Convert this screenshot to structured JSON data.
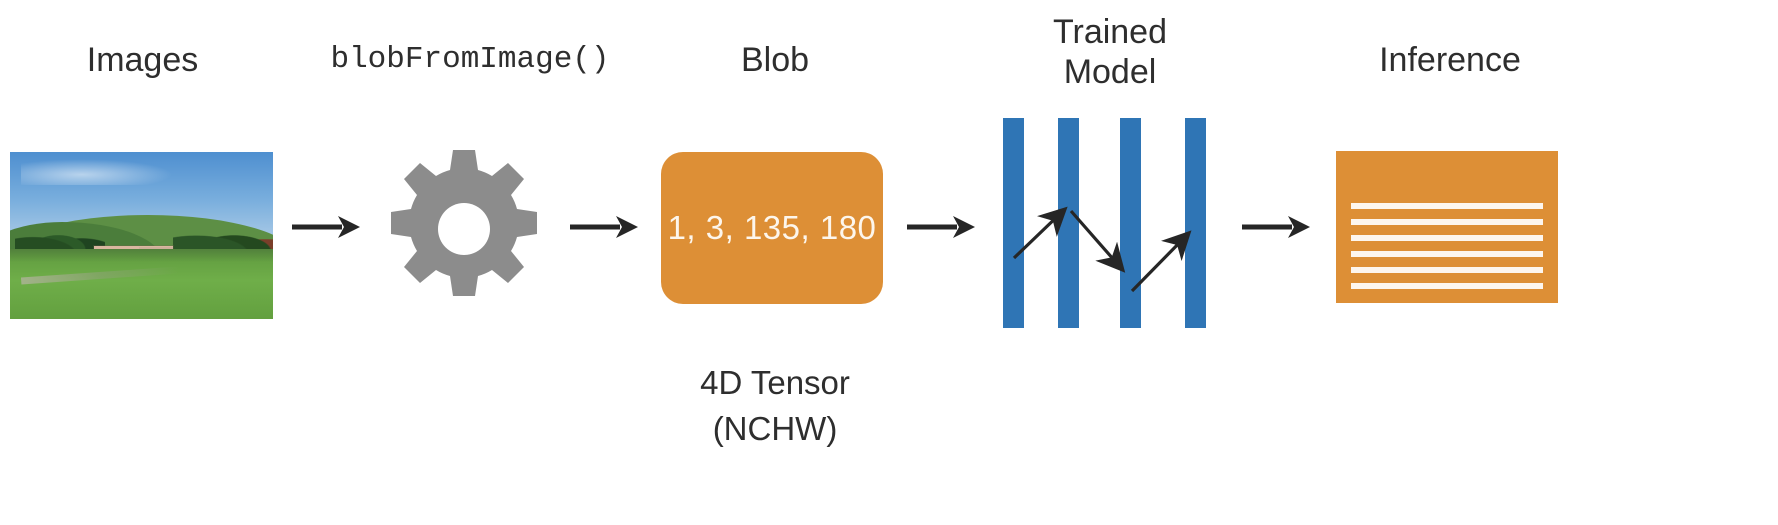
{
  "diagram": {
    "title": "OpenCV DNN blobFromImage inference pipeline",
    "background_color": "#ffffff",
    "accent_orange": "#dd8f36",
    "accent_blue": "#2f75b5",
    "gear_gray": "#8c8c8c",
    "text_color": "#2e2e2e",
    "arrow_color": "#262626"
  },
  "labels": {
    "images": "Images",
    "blob_from_image": "blobFromImage()",
    "blob": "Blob",
    "trained_model": "Trained\nModel",
    "inference": "Inference"
  },
  "blob": {
    "dimensions_text": "1, 3, 135, 180",
    "caption_line1": "4D Tensor",
    "caption_line2": "(NCHW)",
    "dims": {
      "N": 1,
      "C": 3,
      "H": 135,
      "W": 180
    }
  },
  "network": {
    "layer_count": 4,
    "connection_count": 3
  },
  "result": {
    "line_count": 6
  },
  "icons": {
    "gear": "gear-icon",
    "arrow": "arrow-right-icon",
    "photo": "landscape-photo"
  }
}
